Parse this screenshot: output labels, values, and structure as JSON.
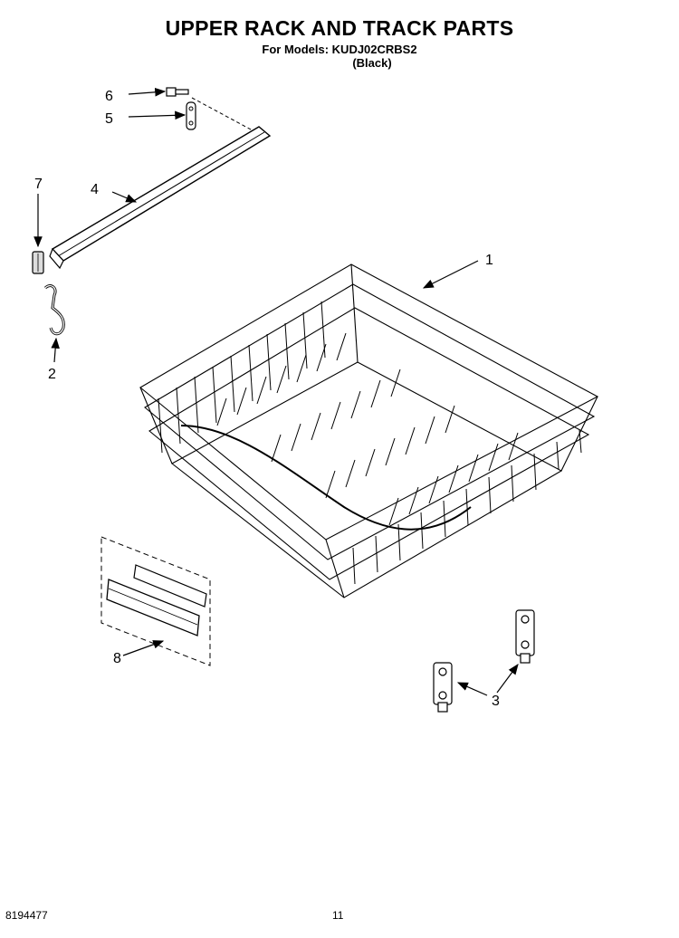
{
  "title": "UPPER RACK AND TRACK PARTS",
  "subtitle": {
    "models": "For Models: KUDJ02CRBS2",
    "color": "(Black)"
  },
  "callouts": [
    "1",
    "2",
    "3",
    "4",
    "5",
    "6",
    "7",
    "8"
  ],
  "footer": {
    "doc_number": "8194477",
    "page_number": "11"
  }
}
